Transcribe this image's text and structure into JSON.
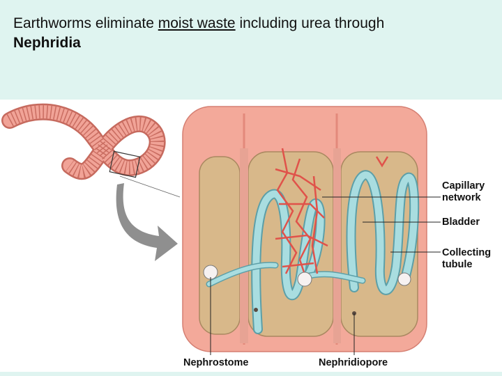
{
  "slide": {
    "title_part1": "Earthworms eliminate ",
    "title_underlined": "moist waste",
    "title_part2": " including urea through",
    "title_bold": "Nephridia"
  },
  "diagram": {
    "labels": {
      "capillary_network": [
        "Capillary",
        "network"
      ],
      "bladder": "Bladder",
      "collecting_tubule": [
        "Collecting",
        "tubule"
      ],
      "nephrostome": "Nephrostome",
      "nephridiopore": "Nephridiopore"
    },
    "colors": {
      "background": "#dff4f0",
      "body_wall": "#f3a99a",
      "segment_interior": "#d8b88a",
      "tubule": "#a9dde0",
      "capillary": "#e0524a",
      "arrow": "#8f8f8f"
    }
  }
}
